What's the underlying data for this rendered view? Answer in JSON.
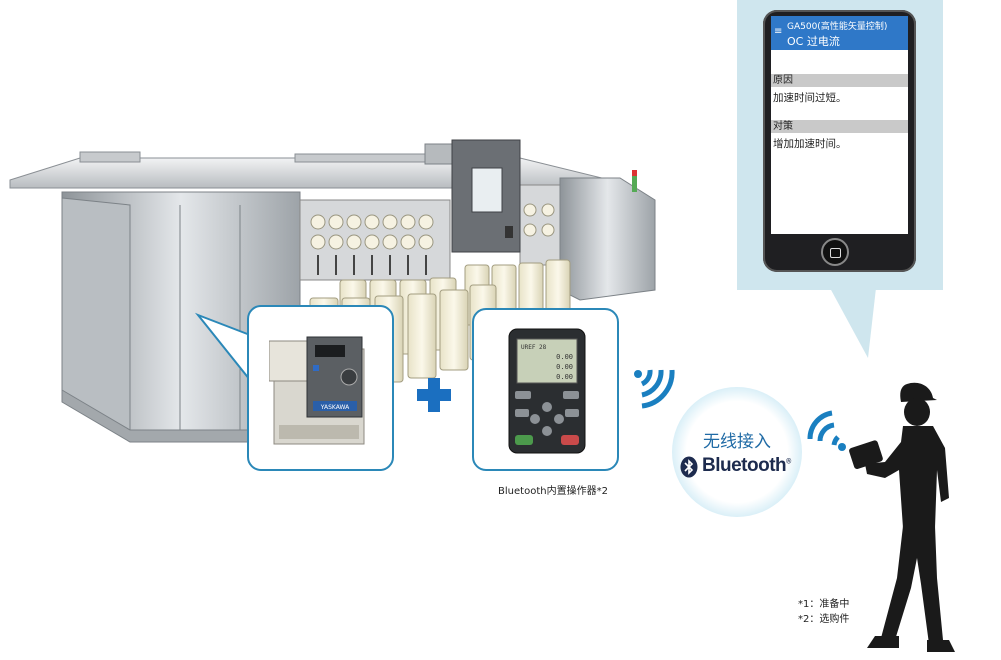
{
  "phone": {
    "header_line1": "GA500(高性能矢量控制)",
    "header_line2": "OC   过电流",
    "section1_label": "原因",
    "section1_text": "加速时间过短。",
    "section2_label": "对策",
    "section2_text": "增加加速时间。",
    "menu_icon": "≡"
  },
  "operator": {
    "caption": "Bluetooth内置操作器*2",
    "display_lines": [
      "UREF 28",
      "0.00",
      "0.00",
      "0.00"
    ]
  },
  "inverter": {
    "brand": "YASKAWA"
  },
  "bluetooth": {
    "title": "无线接入",
    "logo_text": "Bluetooth",
    "logo_mark": "®"
  },
  "notes": {
    "note1": "*1：准备中",
    "note2": "*2：选购件"
  },
  "colors": {
    "accent_blue": "#2b88b8",
    "plus_blue": "#1b6fc0",
    "phone_header": "#2f78c8",
    "callout_bg": "#cfe6ee"
  },
  "icons": [
    "menu-icon",
    "home-icon",
    "plus-icon",
    "wifi-icon",
    "bluetooth-icon",
    "worker-silhouette"
  ]
}
